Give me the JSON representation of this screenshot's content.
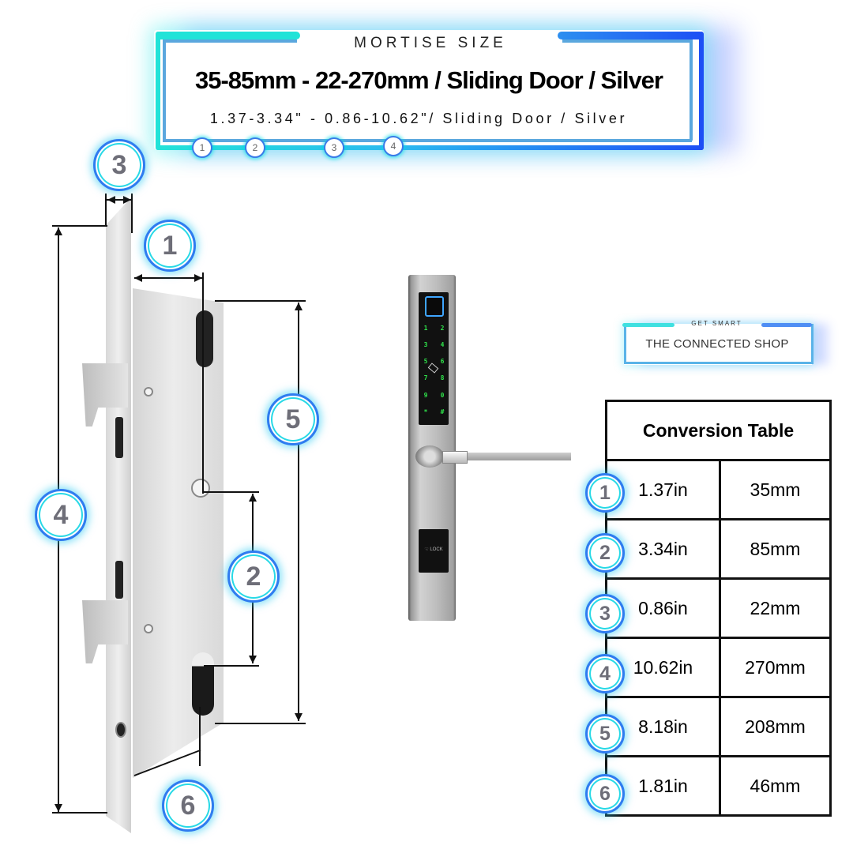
{
  "header": {
    "kicker": "MORTISE SIZE",
    "title": "35-85mm - 22-270mm / Sliding Door / Silver",
    "subtitle": "1.37-3.34\" - 0.86-10.62\"/ Sliding Door / Silver",
    "mini_badges": [
      "1",
      "2",
      "3",
      "4"
    ]
  },
  "diagram": {
    "badges": [
      {
        "id": "1",
        "label": "1"
      },
      {
        "id": "2",
        "label": "2"
      },
      {
        "id": "3",
        "label": "3"
      },
      {
        "id": "4",
        "label": "4"
      },
      {
        "id": "5",
        "label": "5"
      },
      {
        "id": "6",
        "label": "6"
      }
    ]
  },
  "product": {
    "keypad_keys": [
      "1",
      "2",
      "3",
      "4",
      "5",
      "6",
      "7",
      "8",
      "9",
      "0",
      "*",
      "#"
    ],
    "lock_label": "LOCK"
  },
  "brand": {
    "kicker": "GET SMART",
    "name": "THE CONNECTED SHOP"
  },
  "table": {
    "title": "Conversion Table",
    "rows": [
      {
        "badge": "1",
        "inches": "1.37in",
        "mm": "35mm"
      },
      {
        "badge": "2",
        "inches": "3.34in",
        "mm": "85mm"
      },
      {
        "badge": "3",
        "inches": "0.86in",
        "mm": "22mm"
      },
      {
        "badge": "4",
        "inches": "10.62in",
        "mm": "270mm"
      },
      {
        "badge": "5",
        "inches": "8.18in",
        "mm": "208mm"
      },
      {
        "badge": "6",
        "inches": "1.81in",
        "mm": "46mm"
      }
    ]
  },
  "colors": {
    "cyan": "#22e3d8",
    "blue": "#1d4ff5",
    "badge_text": "#6e6e78",
    "keypad_green": "#2fe04a"
  }
}
